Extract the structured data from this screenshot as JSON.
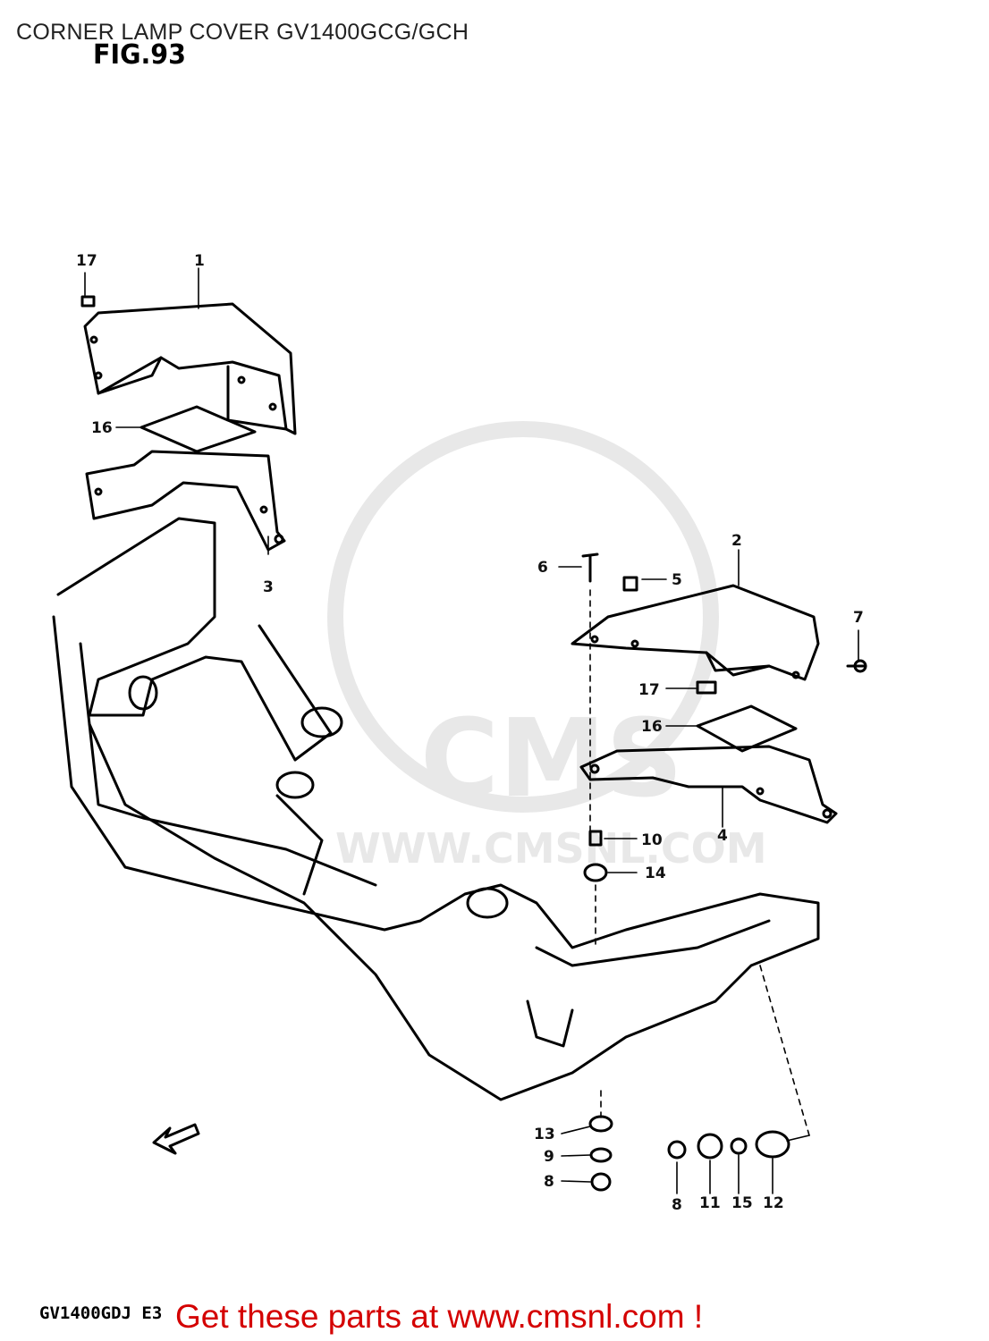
{
  "page": {
    "title": "CORNER LAMP COVER GV1400GCG/GCH",
    "figure": "FIG.93",
    "model_code": "GV1400GDJ  E3",
    "call_to_action": "Get these parts at www.cmsnl.com !"
  },
  "watermark": {
    "logo_text": "CMS",
    "url_text": "WWW.CMSNL.COM"
  },
  "callouts": [
    "1",
    "2",
    "3",
    "4",
    "5",
    "6",
    "7",
    "8",
    "8",
    "9",
    "10",
    "11",
    "12",
    "13",
    "14",
    "15",
    "16",
    "16",
    "17",
    "17"
  ],
  "colors": {
    "line": "#000000",
    "watermark": "#e6e6e6",
    "cta": "#d40000"
  }
}
